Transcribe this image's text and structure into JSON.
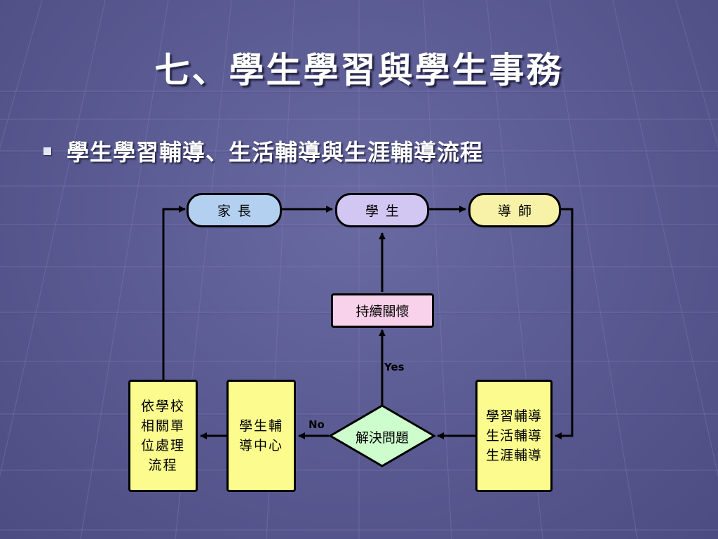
{
  "slide": {
    "title": "七、學生學習與學生事務",
    "bullet": "學生學習輔導、生活輔導與生涯輔導流程"
  },
  "flowchart": {
    "nodes": {
      "parent": "家長",
      "student": "學生",
      "tutor": "導師",
      "care": "持續關懷",
      "guidance": "學習輔導\n生活輔導\n生涯輔導",
      "decision": "解決問題",
      "center": "學生輔\n導中心",
      "school": "依學校\n相關單\n位處理\n流程"
    },
    "edge_labels": {
      "yes": "Yes",
      "no": "No"
    }
  },
  "colors": {
    "background": "#5c5c94",
    "parent_fill": "#b4d0f0",
    "student_fill": "#d2c6f2",
    "tutor_fill": "#f8f2a8",
    "care_fill": "#f8d2ea",
    "yellow_fill": "#fbfb8e",
    "decision_fill": "#cdfccd"
  }
}
